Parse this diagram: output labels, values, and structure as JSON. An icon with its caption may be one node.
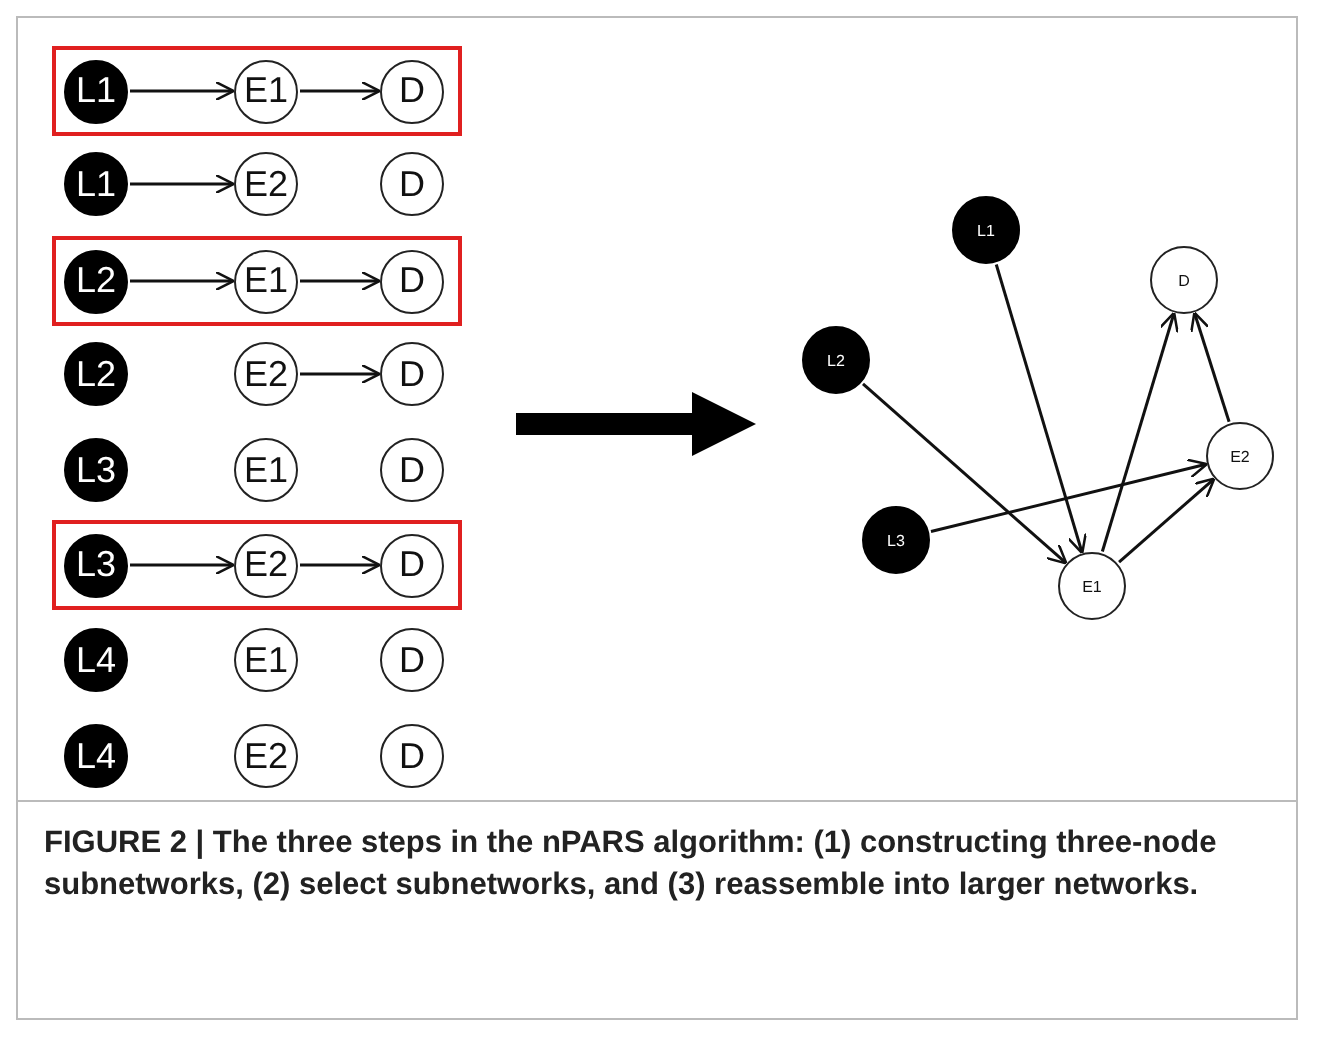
{
  "diagram": {
    "caption": "FIGURE 2 | The three steps in the nPARS algorithm: (1) constructing three-node subnetworks, (2) select subnetworks, and (3) reassemble into larger networks.",
    "nodes": [
      {
        "text": [],
        "shape": "box"
      },
      {
        "text": [
          "L1"
        ],
        "in": 0
      },
      {
        "text": [
          "E1"
        ],
        "in": 0
      },
      {
        "text": [
          "D"
        ],
        "in": 0
      },
      {
        "text": [
          "L1"
        ]
      },
      {
        "text": [
          "E2"
        ]
      },
      {
        "text": [
          "D"
        ]
      },
      {
        "text": [],
        "shape": "box"
      },
      {
        "text": [
          "L2"
        ],
        "in": 7
      },
      {
        "text": [
          "E1"
        ],
        "in": 7
      },
      {
        "text": [
          "D"
        ],
        "in": 7
      },
      {
        "text": [
          "L2"
        ]
      },
      {
        "text": [
          "E2"
        ]
      },
      {
        "text": [
          "D"
        ]
      },
      {
        "text": [
          "L3"
        ]
      },
      {
        "text": [
          "E1"
        ]
      },
      {
        "text": [
          "D"
        ]
      },
      {
        "text": [],
        "shape": "box"
      },
      {
        "text": [
          "L3"
        ],
        "in": 17
      },
      {
        "text": [
          "E2"
        ],
        "in": 17
      },
      {
        "text": [
          "D"
        ],
        "in": 17
      },
      {
        "text": [
          "L4"
        ]
      },
      {
        "text": [
          "E1"
        ]
      },
      {
        "text": [
          "D"
        ]
      },
      {
        "text": [
          "L4"
        ]
      },
      {
        "text": [
          "E2"
        ]
      },
      {
        "text": [
          "D"
        ]
      },
      {
        "text": [
          "L1"
        ]
      },
      {
        "text": [
          "D"
        ]
      },
      {
        "text": [
          "L2"
        ]
      },
      {
        "text": [
          "E2"
        ]
      },
      {
        "text": [
          "L3"
        ]
      },
      {
        "text": [
          "E1"
        ]
      }
    ],
    "edges": [
      {
        "from": 1,
        "to": 2,
        "arrow": "to"
      },
      {
        "from": 2,
        "to": 3,
        "arrow": "to"
      },
      {
        "from": 4,
        "to": 5,
        "arrow": "to"
      },
      {
        "from": 8,
        "to": 9,
        "arrow": "to"
      },
      {
        "from": 9,
        "to": 10,
        "arrow": "to"
      },
      {
        "from": 12,
        "to": 13,
        "arrow": "to"
      },
      {
        "from": 18,
        "to": 19,
        "arrow": "to"
      },
      {
        "from": 19,
        "to": 20,
        "arrow": "to"
      },
      {
        "from": 27,
        "to": 32,
        "arrow": "to"
      },
      {
        "from": 29,
        "to": 32,
        "arrow": "to"
      },
      {
        "from": 31,
        "to": 30,
        "arrow": "to"
      },
      {
        "from": 32,
        "to": 28,
        "arrow": "to"
      },
      {
        "from": 32,
        "to": 30,
        "arrow": "to"
      },
      {
        "from": 30,
        "to": 28,
        "arrow": "to"
      }
    ]
  }
}
